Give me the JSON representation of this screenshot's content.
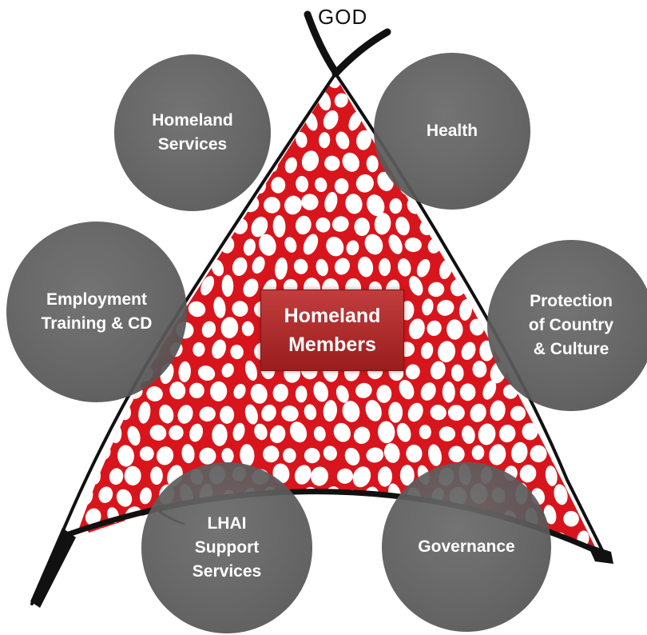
{
  "top_label": "GOD",
  "center": {
    "line1": "Homeland",
    "line2": "Members"
  },
  "circles": {
    "homeland_services": {
      "line1": "Homeland",
      "line2": "Services"
    },
    "health": {
      "line1": "Health"
    },
    "employment": {
      "line1": "Employment",
      "line2": "Training & CD"
    },
    "protection": {
      "line1": "Protection",
      "line2": "of Country",
      "line3": "& Culture"
    },
    "lhai": {
      "line1": "LHAI",
      "line2": "Support",
      "line3": "Services"
    },
    "governance": {
      "line1": "Governance"
    }
  },
  "colors": {
    "net": "#d8151c",
    "frame": "#111111",
    "circle": "#5a5a5a",
    "center_box": "#b02a2a"
  }
}
